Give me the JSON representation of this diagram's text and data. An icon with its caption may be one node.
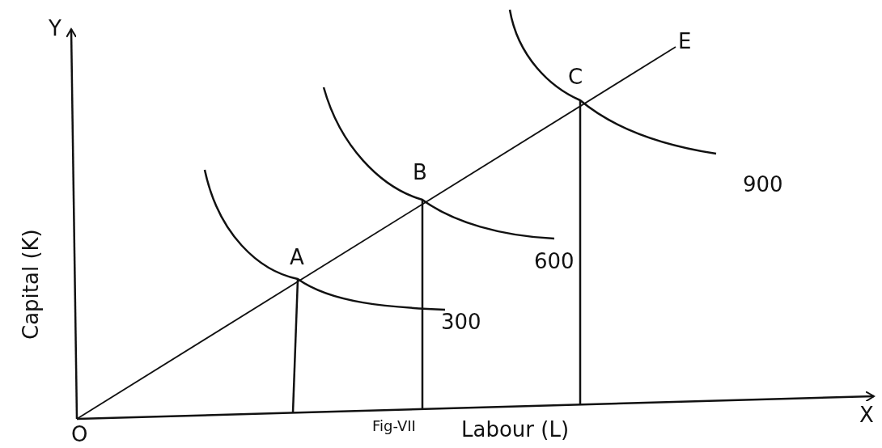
{
  "diagram": {
    "labels": [
      "Y",
      "E",
      "C",
      "B",
      "900",
      "Capital (K)",
      "A",
      "600",
      "300",
      "O",
      "Fig-VII",
      "Labour (L)",
      "X"
    ]
  }
}
